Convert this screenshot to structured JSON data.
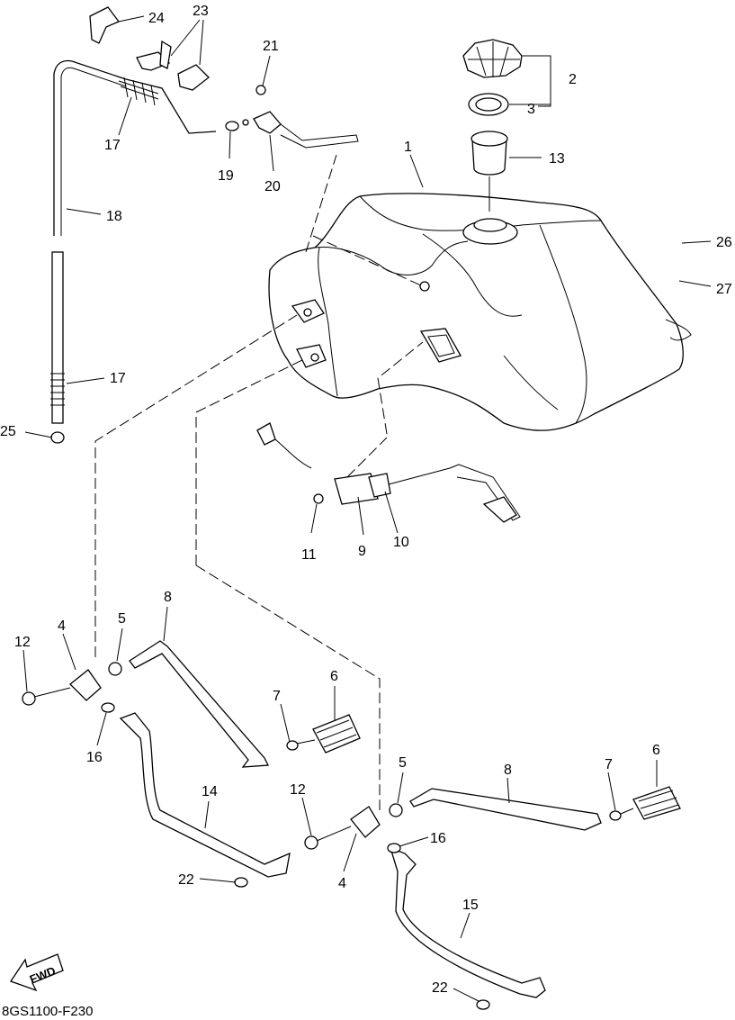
{
  "diagram_code": "8GS1100-F230",
  "fwd_label": "FWD",
  "callouts": {
    "c1": "1",
    "c2": "2",
    "c3": "3",
    "c4a": "4",
    "c4b": "4",
    "c5a": "5",
    "c5b": "5",
    "c6a": "6",
    "c6b": "6",
    "c7a": "7",
    "c7b": "7",
    "c8a": "8",
    "c8b": "8",
    "c9": "9",
    "c10": "10",
    "c11": "11",
    "c12a": "12",
    "c12b": "12",
    "c13": "13",
    "c14": "14",
    "c15": "15",
    "c16a": "16",
    "c16b": "16",
    "c17a": "17",
    "c17b": "17",
    "c18": "18",
    "c19": "19",
    "c20": "20",
    "c21": "21",
    "c22a": "22",
    "c22b": "22",
    "c23": "23",
    "c24": "24",
    "c25": "25",
    "c26": "26",
    "c27": "27"
  }
}
